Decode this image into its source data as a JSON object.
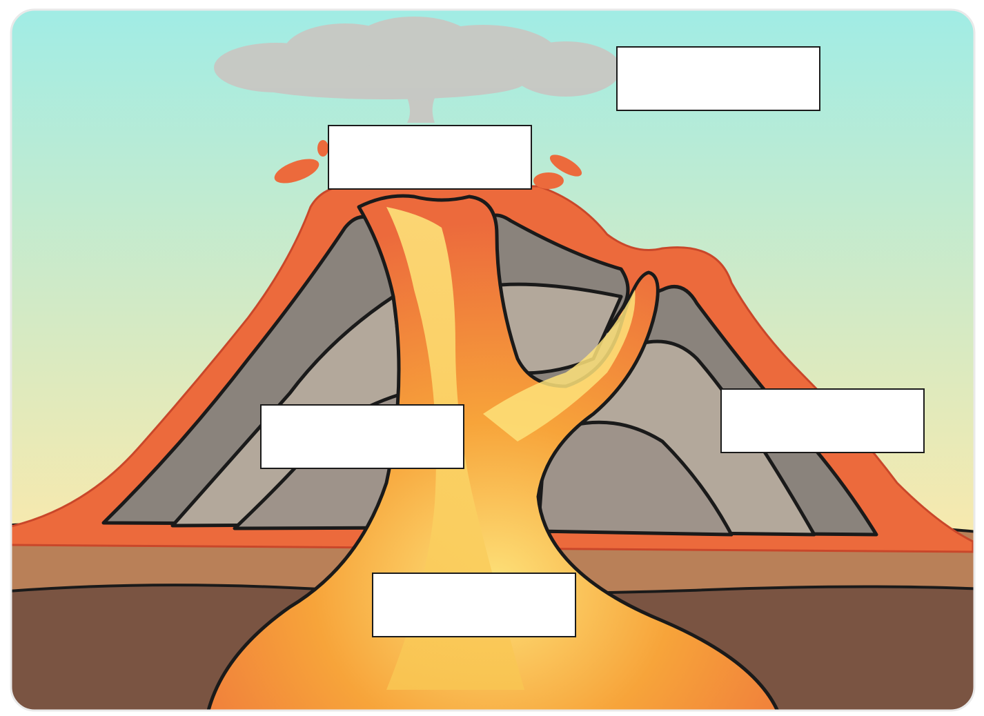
{
  "diagram": {
    "subject": "volcano",
    "colors": {
      "sky_top": "#9fece6",
      "sky_bottom": "#f8e9ad",
      "lava_outer": "#ec6a3c",
      "lava_mid": "#f7a43a",
      "lava_core": "#fde27a",
      "rock_dark": "#8a837c",
      "rock_light": "#b3a89b",
      "rock_mid": "#9e938a",
      "soil_top": "#b98058",
      "soil_bottom": "#7a5442",
      "ash": "#c9c6c2"
    },
    "label_boxes": [
      {
        "id": "ash-cloud",
        "text": ""
      },
      {
        "id": "crater",
        "text": ""
      },
      {
        "id": "main-vent",
        "text": ""
      },
      {
        "id": "rock-layers",
        "text": ""
      },
      {
        "id": "magma-chamber",
        "text": ""
      }
    ]
  }
}
